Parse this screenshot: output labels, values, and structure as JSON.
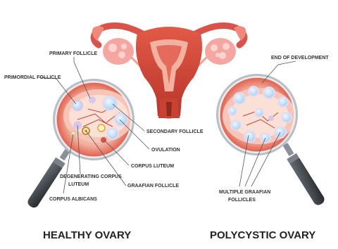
{
  "labels": {
    "primary_follicle": "PRIMARY FOLLICLE",
    "primordial_follicle": "PRIMORDIAL FOLLICLE",
    "secondary_follicle": "SECONDARY FOLLICLE",
    "ovulation": "OVULATION",
    "corpus_luteum": "CORPUS LUTEUM",
    "graafian_follicle": "GRAAFIAN FOLLICLE",
    "degenerating_line1": "DEGENERATING CORPUS",
    "degenerating_line2": "LUTEUM",
    "corpus_albicans": "CORPUS ALBICANS",
    "end_of_development": "END OF DEVELOPMENT",
    "multiple_line1": "MULTIPLE GRAAFIAN",
    "multiple_line2": "FOLLICLES"
  },
  "titles": {
    "healthy": "HEALTHY OVARY",
    "polycystic": "POLYCYSTIC OVARY"
  },
  "colors": {
    "uterus_dark": "#c0392b",
    "uterus_mid": "#e0604e",
    "uterus_light": "#f3b2a0",
    "ovary_pink": "#f6a6a1",
    "follicle_blue": "#b9dbf2",
    "follicle_lilac": "#d9c7ea",
    "lens_rim": "#9aa2aa",
    "handle": "#3a3f44"
  }
}
